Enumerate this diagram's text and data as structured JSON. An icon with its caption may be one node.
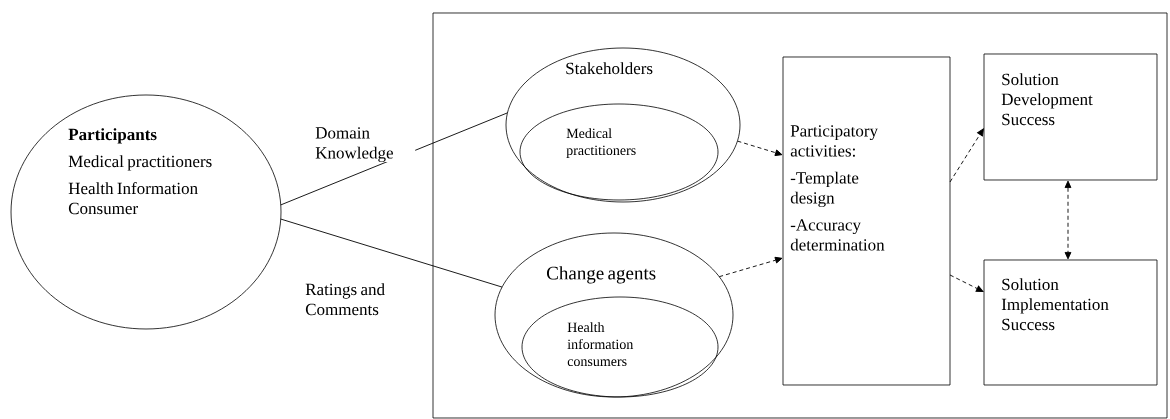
{
  "diagram": {
    "nodes": [
      {
        "text": [
          "Participants",
          "Medical practitioners",
          "Health Information Consumer"
        ]
      },
      {
        "text": [],
        "shape": "box"
      },
      {
        "text": [
          "Stakeholders"
        ],
        "in": 1
      },
      {
        "text": [
          "Medical practitioners"
        ],
        "in": 2
      },
      {
        "text": [
          "Change agents"
        ],
        "in": 1
      },
      {
        "text": [
          "Health information consumers"
        ],
        "in": 4
      },
      {
        "text": [
          "Participatory activities:",
          "-Template design",
          "-Accuracy determination"
        ],
        "in": 1
      },
      {
        "text": [
          "Solution Development Success"
        ],
        "in": 1
      },
      {
        "text": [
          "Solution Implementation Success"
        ],
        "in": 1
      }
    ],
    "edges": [
      {
        "from": 0,
        "to": 2,
        "arrow": "none",
        "label": "Domain Knowledge"
      },
      {
        "from": 0,
        "to": 4,
        "arrow": "none",
        "label": "Ratings and Comments"
      },
      {
        "from": 2,
        "to": 6,
        "arrow": "to",
        "style": "dashed"
      },
      {
        "from": 4,
        "to": 6,
        "arrow": "to",
        "style": "dashed"
      },
      {
        "from": 6,
        "to": 7,
        "arrow": "to",
        "style": "dashed"
      },
      {
        "from": 6,
        "to": 8,
        "arrow": "to",
        "style": "dashed"
      },
      {
        "from": 7,
        "to": 8,
        "arrow": "both",
        "style": "dashed"
      }
    ]
  }
}
